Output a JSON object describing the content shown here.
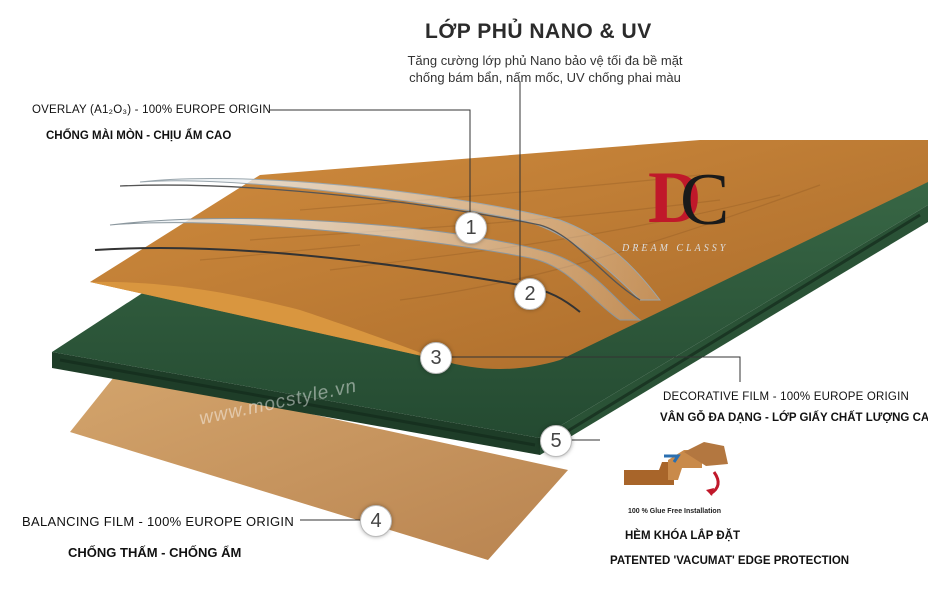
{
  "header": {
    "title": "LỚP PHỦ NANO & UV",
    "subtitle_line1": "Tăng cường lớp phủ Nano bảo vệ tối đa bề mặt",
    "subtitle_line2": "chống bám bẩn, nấm mốc, UV chống phai màu"
  },
  "layers": {
    "overlay_title": "OVERLAY (A1₂O₃) - 100% EUROPE ORIGIN",
    "overlay_desc": "CHỐNG MÀI MÒN - CHỊU ẨM CAO",
    "decorative_title": "DECORATIVE FILM - 100% EUROPE ORIGIN",
    "decorative_desc": "VÂN GỖ ĐA DẠNG - LỚP GIẤY CHẤT LƯỢNG CAO",
    "balancing_title": "BALANCING FILM - 100% EUROPE ORIGIN",
    "balancing_desc": "CHỐNG THẤM - CHỐNG ẨM",
    "lock_title": "HÈM KHÓA LẮP ĐẶT",
    "lock_desc": "PATENTED 'VACUMAT' EDGE PROTECTION",
    "glue_free": "100 % Glue Free Installation"
  },
  "markers": [
    "1",
    "2",
    "3",
    "4",
    "5"
  ],
  "logo": {
    "text": "DREAM CLASSY",
    "letters": "DC"
  },
  "watermark": "www.mocstyle.vn",
  "colors": {
    "wood": "#c98a3c",
    "core": "#2f5a3c",
    "backing": "#c99a62",
    "logo_red": "#c0182a"
  }
}
